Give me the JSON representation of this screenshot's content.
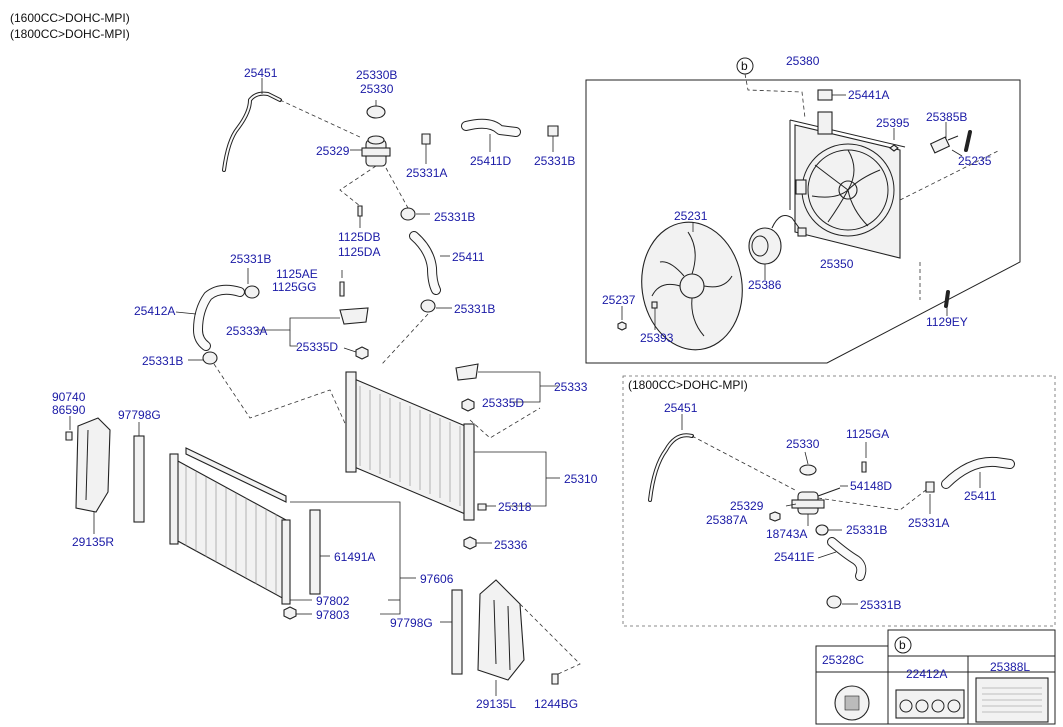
{
  "headers": {
    "engine_1600": "(1600CC>DOHC-MPI)",
    "engine_1800": "(1800CC>DOHC-MPI)",
    "inset_engine": "(1800CC>DOHC-MPI)"
  },
  "labels": {
    "p25451": "25451",
    "p25330b": "25330B",
    "p25330": "25330",
    "p25329": "25329",
    "p25331a": "25331A",
    "p25411d": "25411D",
    "p25331b_top": "25331B",
    "p25331b_mid": "25331B",
    "p1125db": "1125DB",
    "p1125da": "1125DA",
    "p25411": "25411",
    "p25331b_left": "25331B",
    "p1125ae": "1125AE",
    "p1125gg": "1125GG",
    "p25412a": "25412A",
    "p25331b_hoseend": "25331B",
    "p25333a": "25333A",
    "p25335d_left": "25335D",
    "p25331b_lower": "25331B",
    "p25333": "25333",
    "p25335d_right": "25335D",
    "p90740": "90740",
    "p86590": "86590",
    "p97798g_left": "97798G",
    "p25310": "25310",
    "p25318": "25318",
    "p29135r": "29135R",
    "p25336": "25336",
    "p61491a": "61491A",
    "p97606": "97606",
    "p97802": "97802",
    "p97803": "97803",
    "p97798g_bottom": "97798G",
    "p29135l": "29135L",
    "p1244bg": "1244BG",
    "p25380": "25380",
    "p25441a": "25441A",
    "p25395": "25395",
    "p25385b": "25385B",
    "p25235": "25235",
    "p25231": "25231",
    "p25350": "25350",
    "p25386": "25386",
    "p25237": "25237",
    "p25393": "25393",
    "p1129ey": "1129EY",
    "i25451": "25451",
    "i25330": "25330",
    "i1125ga": "1125GA",
    "i54148d": "54148D",
    "i25411": "25411",
    "i25329": "25329",
    "i25387a": "25387A",
    "i18743a": "18743A",
    "i25331b_a": "25331B",
    "i25331a": "25331A",
    "i25411e": "25411E",
    "i25331b_b": "25331B",
    "t25328c": "25328C",
    "t22412a": "22412A",
    "t25388l": "25388L"
  },
  "callouts": {
    "fan_ref": "b",
    "table_ref": "b"
  }
}
